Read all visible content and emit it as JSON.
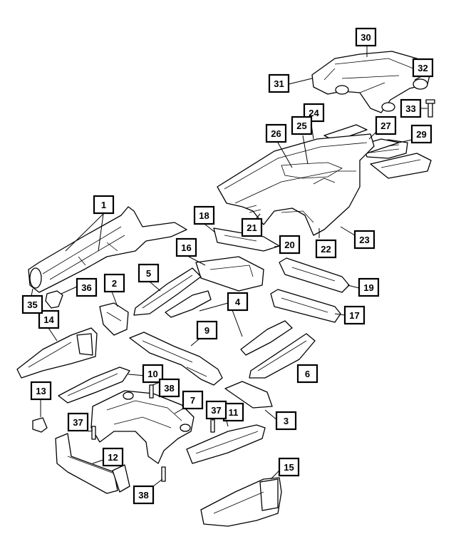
{
  "callouts": [
    {
      "id": "c1",
      "label": "1"
    },
    {
      "id": "c2",
      "label": "2"
    },
    {
      "id": "c3",
      "label": "3"
    },
    {
      "id": "c4",
      "label": "4"
    },
    {
      "id": "c5",
      "label": "5"
    },
    {
      "id": "c6",
      "label": "6"
    },
    {
      "id": "c7",
      "label": "7"
    },
    {
      "id": "c9",
      "label": "9"
    },
    {
      "id": "c10",
      "label": "10"
    },
    {
      "id": "c11",
      "label": "11"
    },
    {
      "id": "c12",
      "label": "12"
    },
    {
      "id": "c13",
      "label": "13"
    },
    {
      "id": "c14",
      "label": "14"
    },
    {
      "id": "c15",
      "label": "15"
    },
    {
      "id": "c16",
      "label": "16"
    },
    {
      "id": "c17",
      "label": "17"
    },
    {
      "id": "c18",
      "label": "18"
    },
    {
      "id": "c19",
      "label": "19"
    },
    {
      "id": "c20",
      "label": "20"
    },
    {
      "id": "c21",
      "label": "21"
    },
    {
      "id": "c22",
      "label": "22"
    },
    {
      "id": "c23",
      "label": "23"
    },
    {
      "id": "c24",
      "label": "24"
    },
    {
      "id": "c25",
      "label": "25"
    },
    {
      "id": "c26",
      "label": "26"
    },
    {
      "id": "c27",
      "label": "27"
    },
    {
      "id": "c29",
      "label": "29"
    },
    {
      "id": "c30",
      "label": "30"
    },
    {
      "id": "c31",
      "label": "31"
    },
    {
      "id": "c32",
      "label": "32"
    },
    {
      "id": "c33",
      "label": "33"
    },
    {
      "id": "c35",
      "label": "35"
    },
    {
      "id": "c36",
      "label": "36"
    },
    {
      "id": "c37a",
      "label": "37"
    },
    {
      "id": "c37b",
      "label": "37"
    },
    {
      "id": "c38a",
      "label": "38"
    },
    {
      "id": "c38b",
      "label": "38"
    }
  ]
}
